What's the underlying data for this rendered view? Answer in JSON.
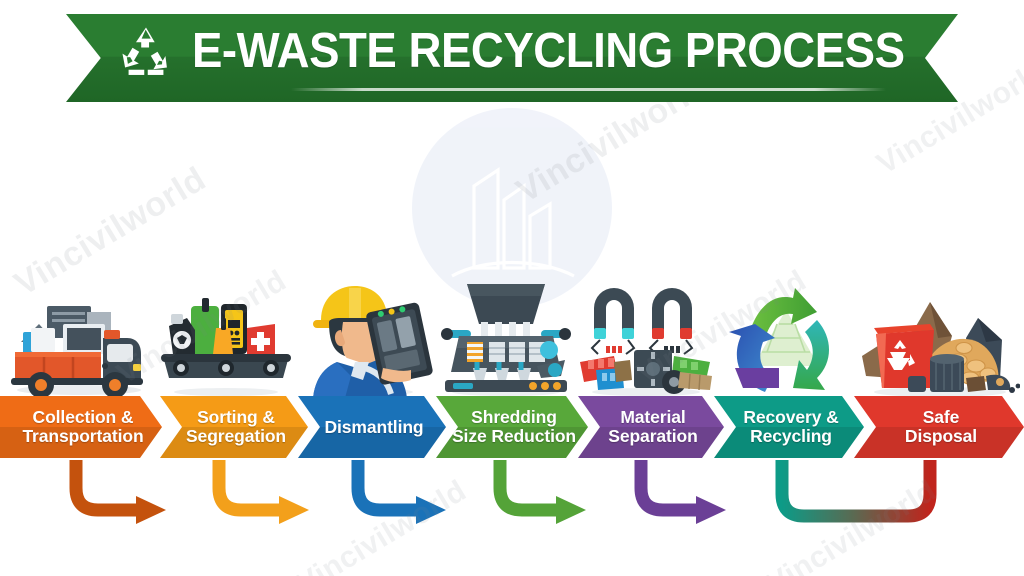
{
  "header": {
    "title": "E-WASTE RECYCLING PROCESS",
    "icon": "recycling-icon",
    "banner_color": "#2a7d31"
  },
  "watermark": {
    "text": "Vincivilworld",
    "color": "#78808c"
  },
  "background_logo": {
    "name": "buildings-circle-logo",
    "circle_color": "#eef1f9"
  },
  "steps": [
    {
      "index": 1,
      "label_line1": "Collection &",
      "label_line2": "Transportation",
      "color": "#ef6c16",
      "icon": "dump-truck-icon"
    },
    {
      "index": 2,
      "label_line1": "Sorting &",
      "label_line2": "Segregation",
      "color": "#f59b16",
      "icon": "conveyor-belt-icon"
    },
    {
      "index": 3,
      "label_line1": "Dismantling",
      "label_line2": "",
      "color": "#1a72b8",
      "icon": "worker-dismantling-icon"
    },
    {
      "index": 4,
      "label_line1": "Shredding",
      "label_line2": "Size Reduction",
      "color": "#58a83a",
      "icon": "shredder-machine-icon"
    },
    {
      "index": 5,
      "label_line1": "Material",
      "label_line2": "Separation",
      "color": "#7a4a9e",
      "icon": "magnet-separation-icon"
    },
    {
      "index": 6,
      "label_line1": "Recovery &",
      "label_line2": "Recycling",
      "color": "#0d9b87",
      "icon": "recycling-arrows-icon"
    },
    {
      "index": 7,
      "label_line1": "Safe",
      "label_line2": "Disposal",
      "color": "#e0382c",
      "icon": "disposal-bin-icon"
    }
  ],
  "connectors": [
    {
      "name": "connector-1-to-2",
      "type": "elbow-arrow",
      "color": "#c4520d"
    },
    {
      "name": "connector-2-to-3",
      "type": "elbow-arrow",
      "color": "#f3a01b"
    },
    {
      "name": "connector-3-to-4",
      "type": "elbow-arrow",
      "color": "#1a72b8"
    },
    {
      "name": "connector-4-to-5",
      "type": "elbow-arrow",
      "color": "#54a338"
    },
    {
      "name": "connector-5-to-6",
      "type": "elbow-arrow",
      "color": "#6b3f96"
    },
    {
      "name": "connector-6-to-7",
      "type": "u-link",
      "color_start": "#0d9b87",
      "color_end": "#c0241c"
    }
  ]
}
